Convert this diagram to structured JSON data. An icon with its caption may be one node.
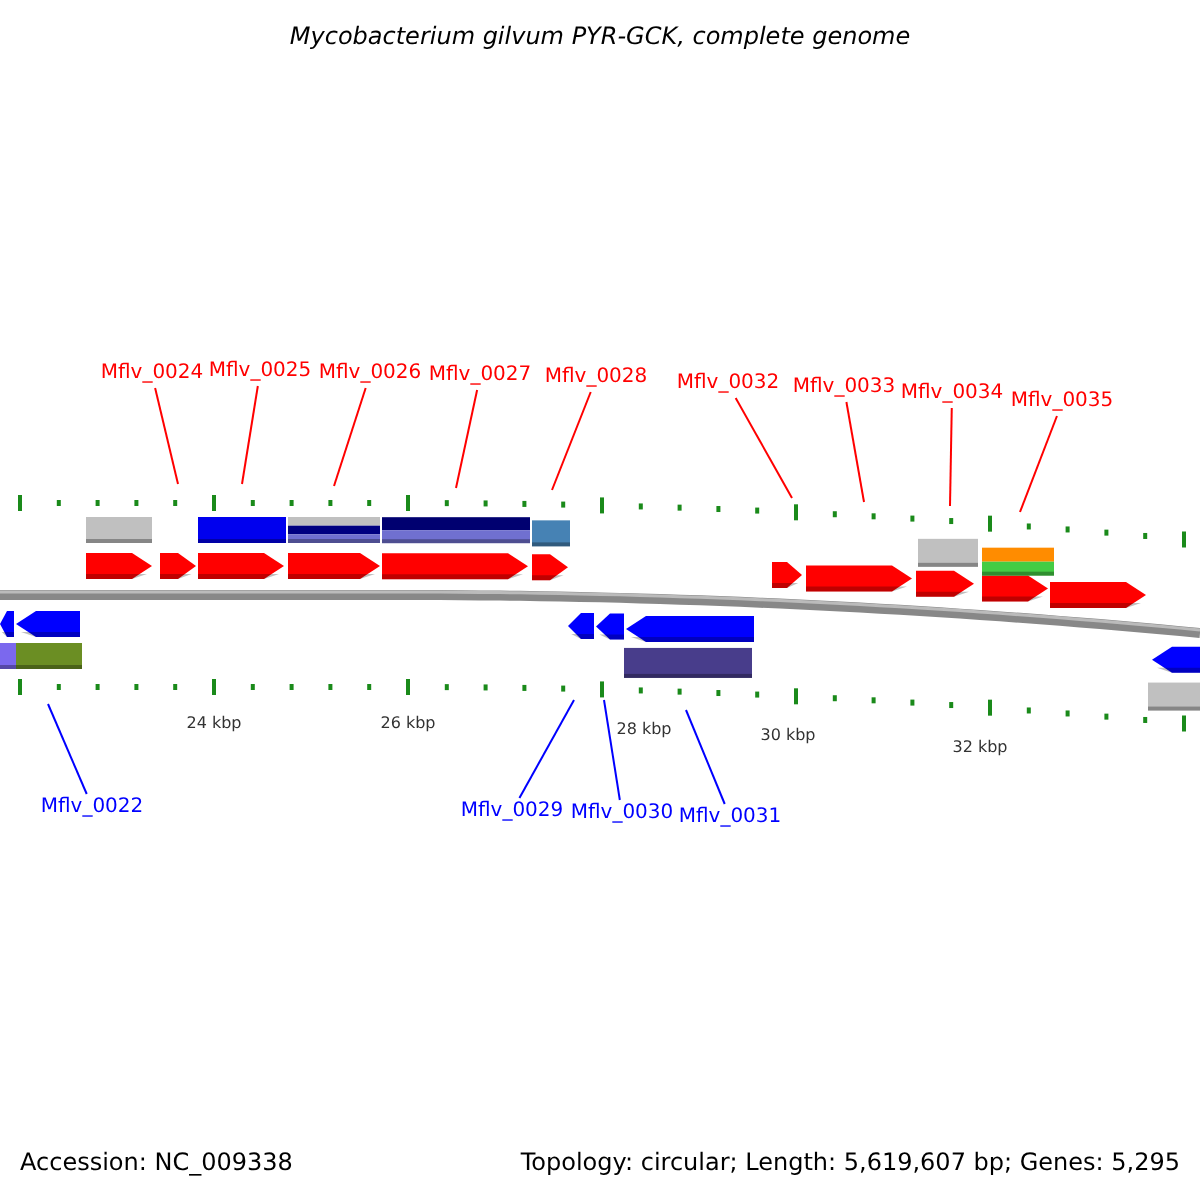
{
  "diagram": {
    "title": "Mycobacterium gilvum PYR-GCK, complete genome",
    "nodes": [
      {
        "text": [
          "Mflv_0024"
        ]
      },
      {
        "text": [
          "Mflv_0025"
        ]
      },
      {
        "text": [
          "Mflv_0026"
        ]
      },
      {
        "text": [
          "Mflv_0027"
        ]
      },
      {
        "text": [
          "Mflv_0028"
        ]
      },
      {
        "text": [
          "Mflv_0032"
        ]
      },
      {
        "text": [
          "Mflv_0033"
        ]
      },
      {
        "text": [
          "Mflv_0034"
        ]
      },
      {
        "text": [
          "Mflv_0035"
        ]
      },
      {
        "text": [
          "Mflv_0022"
        ]
      },
      {
        "text": [
          "Mflv_0029"
        ]
      },
      {
        "text": [
          "Mflv_0030"
        ]
      },
      {
        "text": [
          "Mflv_0031"
        ]
      }
    ],
    "edges": [
      {
        "from": 0,
        "to": null,
        "arrow": "none"
      },
      {
        "from": 1,
        "to": null,
        "arrow": "none"
      },
      {
        "from": 2,
        "to": null,
        "arrow": "none"
      },
      {
        "from": 3,
        "to": null,
        "arrow": "none"
      },
      {
        "from": 4,
        "to": null,
        "arrow": "none"
      },
      {
        "from": 5,
        "to": null,
        "arrow": "none"
      },
      {
        "from": 6,
        "to": null,
        "arrow": "none"
      },
      {
        "from": 7,
        "to": null,
        "arrow": "none"
      },
      {
        "from": 8,
        "to": null,
        "arrow": "none"
      },
      {
        "from": 9,
        "to": null,
        "arrow": "none",
        "color": "#0000ff"
      },
      {
        "from": 10,
        "to": null,
        "arrow": "none",
        "color": "#0000ff"
      },
      {
        "from": 11,
        "to": null,
        "arrow": "none",
        "color": "#0000ff"
      },
      {
        "from": 12,
        "to": null,
        "arrow": "none",
        "color": "#0000ff"
      }
    ],
    "labels": [
      "24 kbp",
      "26 kbp",
      "28 kbp",
      "30 kbp",
      "32 kbp",
      "Accession: NC_009338",
      "Topology: circular; Length: 5,619,607 bp; Genes: 5,295"
    ]
  }
}
